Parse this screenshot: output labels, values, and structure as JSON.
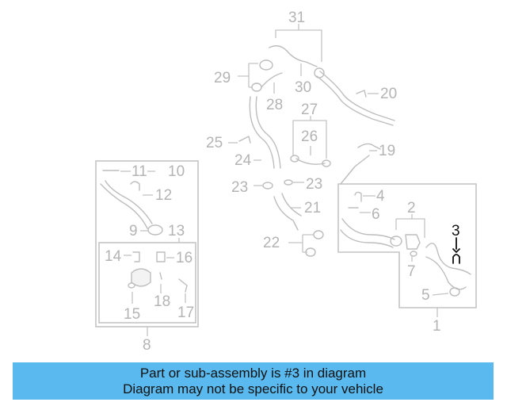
{
  "callouts": {
    "c1": "1",
    "c2": "2",
    "c3": "3",
    "c4": "4",
    "c5": "5",
    "c6": "6",
    "c7": "7",
    "c8": "8",
    "c9": "9",
    "c10": "10",
    "c11": "11",
    "c12": "12",
    "c13": "13",
    "c14": "14",
    "c15": "15",
    "c16": "16",
    "c17": "17",
    "c18": "18",
    "c19": "19",
    "c20": "20",
    "c21": "21",
    "c22": "22",
    "c23a": "23",
    "c23b": "23",
    "c24": "24",
    "c25": "25",
    "c26": "26",
    "c27": "27",
    "c28": "28",
    "c29": "29",
    "c30": "30",
    "c31": "31"
  },
  "highlighted_part": "3",
  "highlight_color": "#111111",
  "banner": {
    "line1": "Part or sub-assembly is #3 in diagram",
    "line2": "Diagram may not be specific to your vehicle",
    "color": "#5ab9ee"
  }
}
